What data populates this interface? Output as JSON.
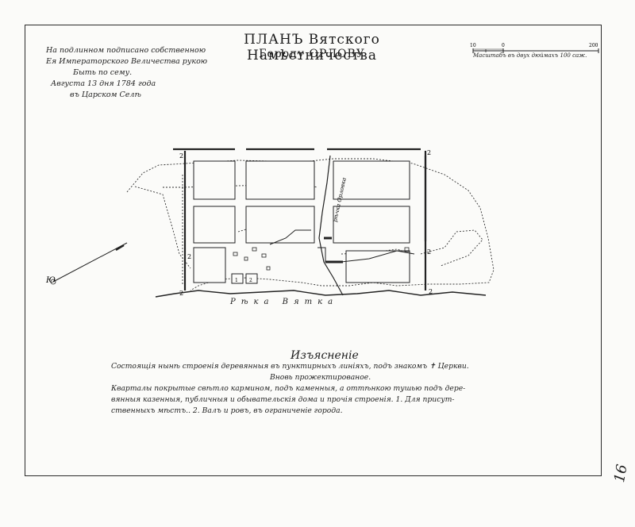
{
  "title": "ПЛАНЪ Вятского Намѣстничества",
  "subtitle": "Городу ОРЛОВУ",
  "confirmation": [
    "На подлинном подписано собственною",
    "Ея Императорского Величества рукою",
    "Быть по сему.",
    "Августа 13 дня 1784 года",
    "въ Царском Селѣ"
  ],
  "scale": {
    "caption": "Масштабъ въ двух дюймахъ 100 саж.",
    "tick_left": "10",
    "tick_mid": "0",
    "tick_right": "200"
  },
  "compass_label": "Ю",
  "river_label": "Рѣка Вятка",
  "stream_label": "рѣчка Орловка",
  "block_numbers": [
    "1",
    "2"
  ],
  "line_markers": [
    "2",
    "2",
    "2",
    "2",
    "2",
    "2"
  ],
  "legend": {
    "title": "Изъясненіе",
    "lines": [
      "Состоящія нынѣ строенія деревянныя въ пунктирныхъ линіяхъ, подъ знакомъ ✝ Церкви.",
      "Вновь прожектированое.",
      "Кварталы покрытые свѣтло кармином, подъ каменныя, а оттѣнкою тушью подъ дере-",
      "вянныя казенныя, публичныя и обывательскія дома и прочія строенія. 1. Для присут-",
      "ственныхъ мѣстъ.. 2. Валъ и ровъ, въ ограниченіе города."
    ]
  },
  "page_number": "16",
  "colors": {
    "ink": "#1e1e1e",
    "paper": "#fbfbf9"
  }
}
